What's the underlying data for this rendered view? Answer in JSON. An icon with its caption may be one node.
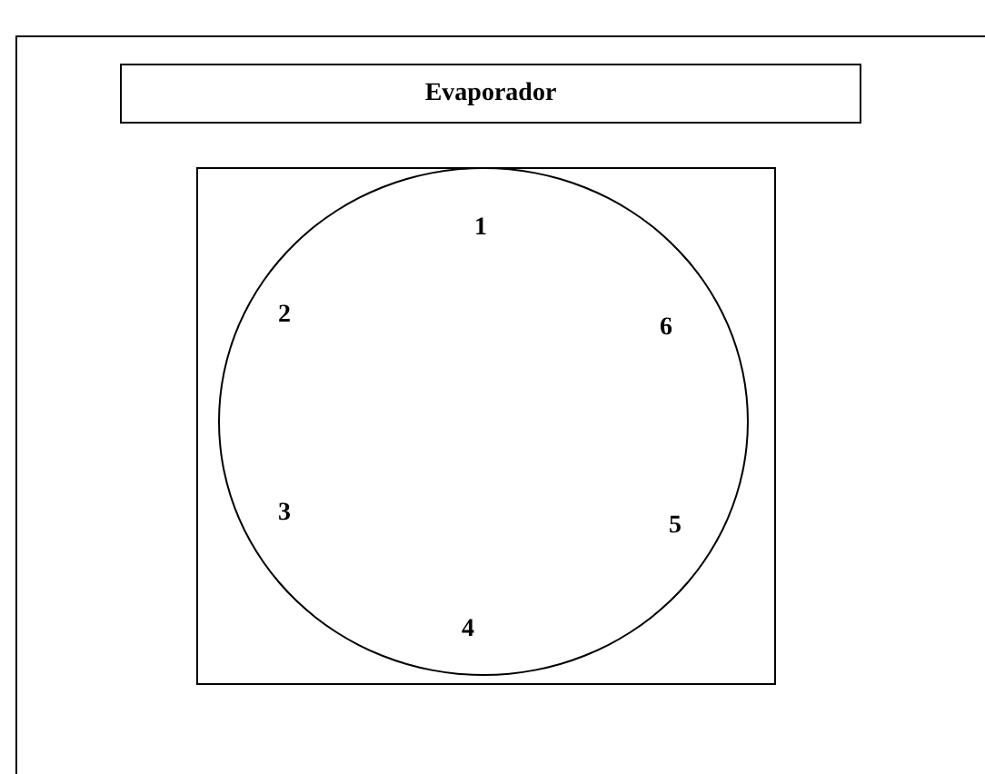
{
  "diagram": {
    "nodes": [
      {
        "text": [
          "Evaporador"
        ]
      },
      {
        "text": [],
        "shape": "box"
      },
      {
        "text": [],
        "shape": "circle",
        "in": 1
      }
    ],
    "labels": [
      "1",
      "2",
      "6",
      "3",
      "5",
      "4"
    ]
  }
}
